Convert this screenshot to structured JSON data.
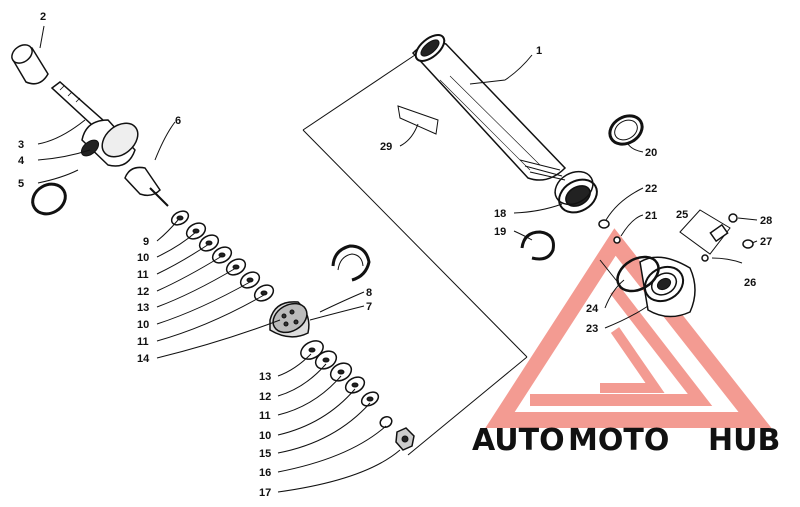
{
  "diagram": {
    "labels": [
      "1",
      "2",
      "3",
      "4",
      "5",
      "6",
      "7",
      "8",
      "9",
      "10",
      "11",
      "12",
      "13",
      "10",
      "11",
      "14",
      "13",
      "12",
      "11",
      "10",
      "15",
      "16",
      "17",
      "18",
      "19",
      "20",
      "21",
      "22",
      "23",
      "24",
      "25",
      "26",
      "27",
      "28",
      "29"
    ]
  },
  "watermark": {
    "text_auto": "AUTO",
    "text_moto": "MOTO",
    "text_hub": "HUB",
    "colors": {
      "auto": "#f4c56a",
      "moto": "#f2a79d",
      "hub": "#8c8c8c",
      "triangle": "#f07a6e"
    }
  },
  "colors": {
    "ink": "#111111",
    "background": "#ffffff"
  }
}
